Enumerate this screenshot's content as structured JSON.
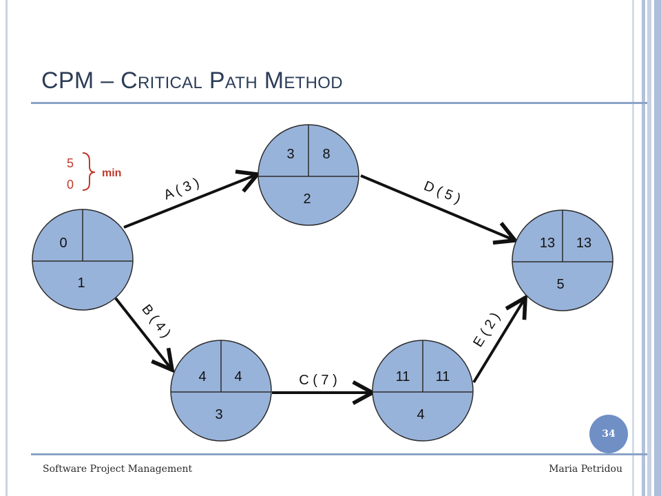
{
  "slide": {
    "title": "CPM – Critical Path Method",
    "footer_left": "Software Project Management",
    "footer_right": "Maria Petridou",
    "page_number": "34"
  },
  "legend": {
    "top_value": "5",
    "bottom_value": "0",
    "label": "min",
    "color": "#c0392b"
  },
  "nodes": [
    {
      "id": "1",
      "left": "0",
      "right": "",
      "bottom": "1"
    },
    {
      "id": "2",
      "left": "3",
      "right": "8",
      "bottom": "2"
    },
    {
      "id": "3",
      "left": "4",
      "right": "4",
      "bottom": "3"
    },
    {
      "id": "4",
      "left": "11",
      "right": "11",
      "bottom": "4"
    },
    {
      "id": "5",
      "left": "13",
      "right": "13",
      "bottom": "5"
    }
  ],
  "edges": [
    {
      "from": "1",
      "to": "2",
      "label": "A ( 3 )"
    },
    {
      "from": "1",
      "to": "3",
      "label": "B ( 4 )"
    },
    {
      "from": "3",
      "to": "4",
      "label": "C ( 7 )"
    },
    {
      "from": "2",
      "to": "5",
      "label": "D ( 5 )"
    },
    {
      "from": "4",
      "to": "5",
      "label": "E ( 2 )"
    }
  ],
  "colors": {
    "node_fill": "#98b3da",
    "node_stroke": "#2b2b2b",
    "arrow": "#111111",
    "title": "#2b3c57"
  }
}
